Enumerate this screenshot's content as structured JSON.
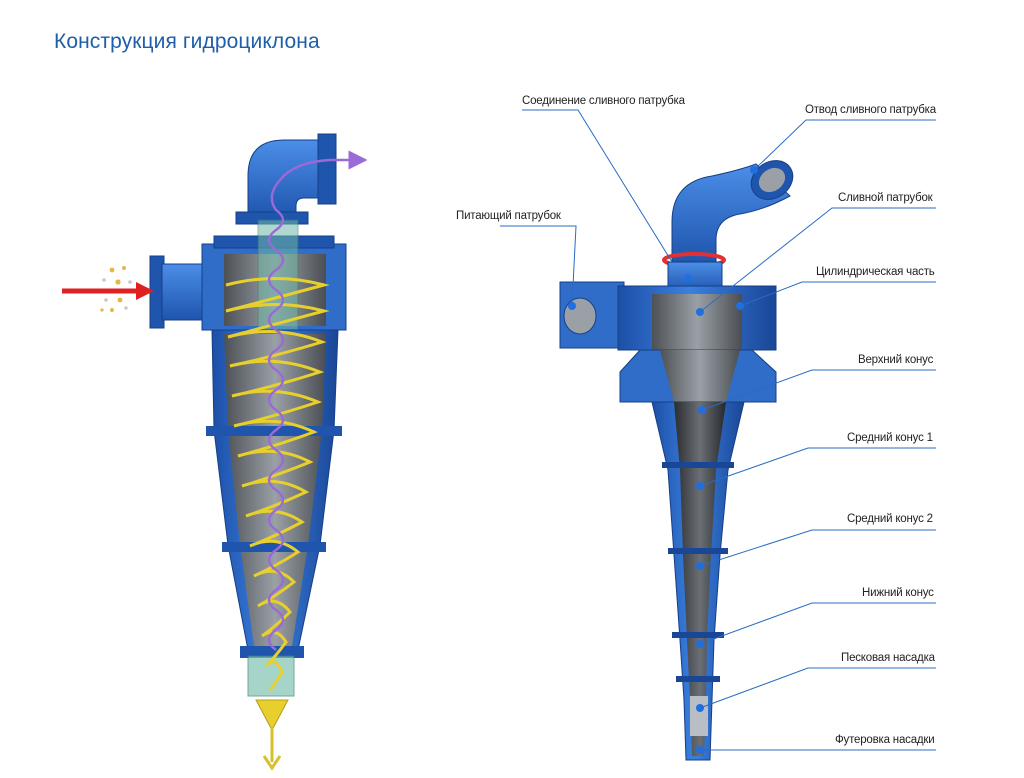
{
  "page_title": "Конструкция гидроциклона",
  "colors": {
    "title": "#1f5ea8",
    "leader": "#2a6cc4",
    "body_blue": "#2f6dc9",
    "interior_gray": "#7a7f85",
    "flow_yellow": "#e7cf2e",
    "flow_purple": "#9a6ad6",
    "feed_red": "#e02020"
  },
  "labels": {
    "overflow_connection": "Соединение сливного патрубка",
    "overflow_outlet": "Отвод сливного патрубка",
    "feed_inlet": "Питающий патрубок",
    "vortex_finder": "Сливной патрубок",
    "cylinder": "Цилиндрическая часть",
    "upper_cone": "Верхний конус",
    "middle_cone_1": "Средний конус  1",
    "middle_cone_2": "Средний конус  2",
    "lower_cone": "Нижний конус",
    "spigot": "Песковая насадка",
    "spigot_liner": "Футеровка насадки"
  }
}
